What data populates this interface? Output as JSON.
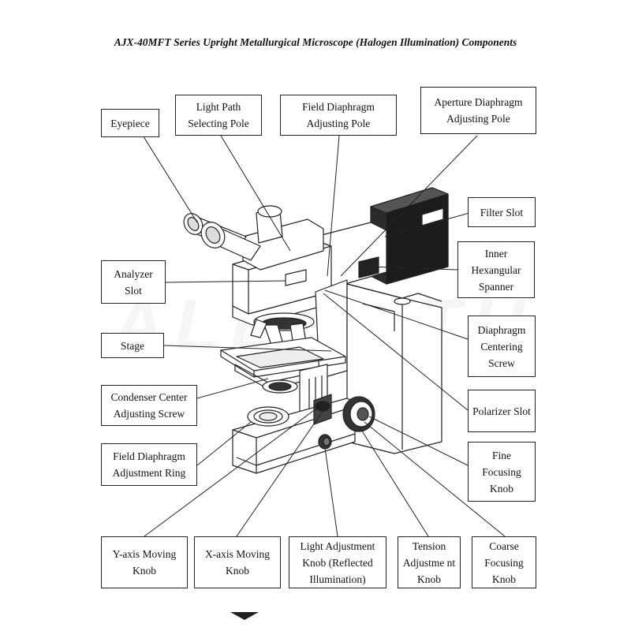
{
  "title": "AJX-40MFT Series Upright Metallurgical Microscope (Halogen Illumination) Components",
  "labels": {
    "eyepiece": "Eyepiece",
    "light_path": "Light Path Selecting Pole",
    "field_diaphragm_pole": "Field Diaphragm Adjusting Pole",
    "aperture_diaphragm_pole": "Aperture Diaphragm Adjusting Pole",
    "filter_slot": "Filter Slot",
    "analyzer_slot": "Analyzer Slot",
    "inner_spanner": "Inner Hexangular Spanner",
    "stage": "Stage",
    "diaphragm_centering": "Diaphragm Centering Screw",
    "condenser_center": "Condenser Center Adjusting Screw",
    "polarizer_slot": "Polarizer Slot",
    "field_diaphragm_ring": "Field Diaphragm Adjustment Ring",
    "fine_focus": "Fine Focusing Knob",
    "y_axis": "Y-axis Moving Knob",
    "x_axis": "X-axis Moving Knob",
    "light_adjust": "Light Adjustment Knob (Reflected Illumination)",
    "tension": "Tension Adjustme nt Knob",
    "coarse_focus": "Coarse Focusing Knob"
  },
  "colors": {
    "line": "#222222",
    "fill": "#ffffff",
    "shade": "#2b2b2b"
  }
}
